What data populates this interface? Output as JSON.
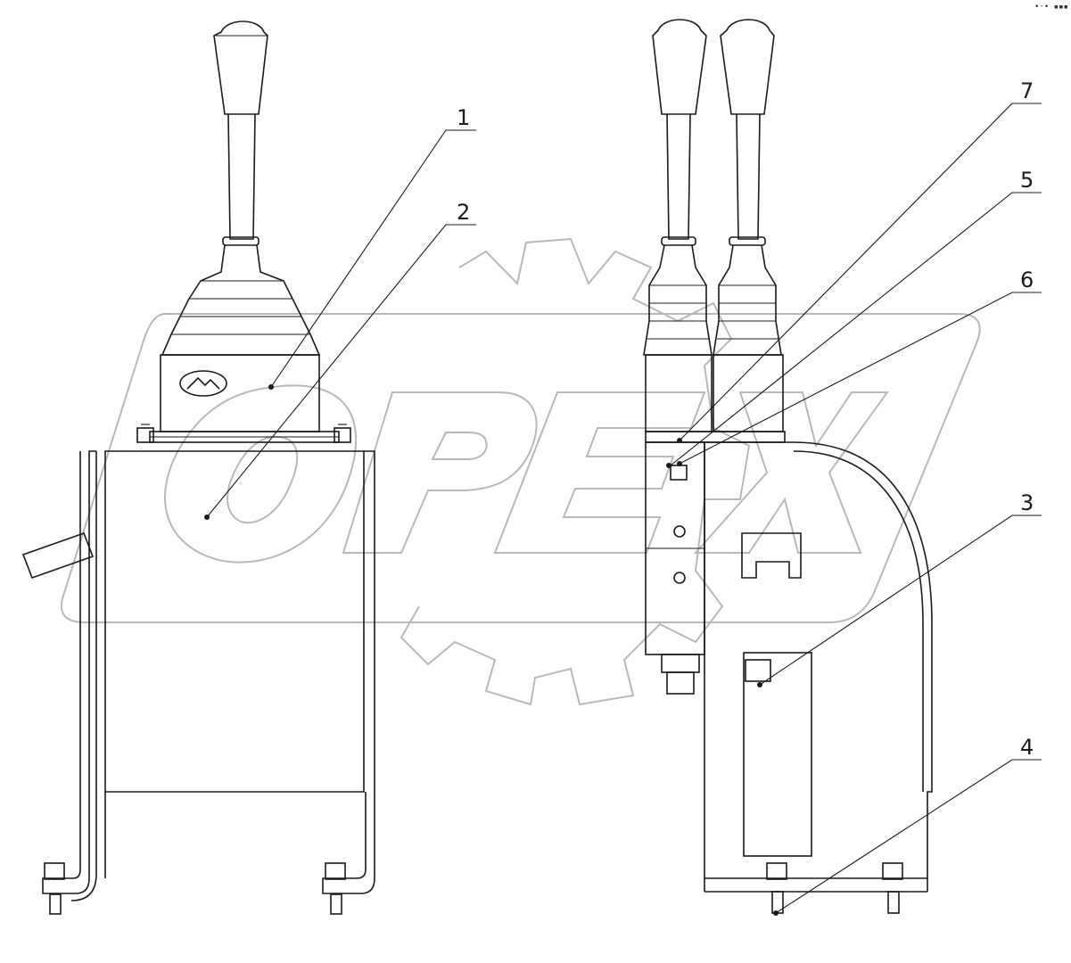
{
  "watermark": {
    "text": "OPEX",
    "color": "#b8b8b8"
  },
  "corner_mark": "•·• ▪▪▪",
  "callouts": [
    {
      "id": "1",
      "label": "1"
    },
    {
      "id": "2",
      "label": "2"
    },
    {
      "id": "7",
      "label": "7"
    },
    {
      "id": "5",
      "label": "5"
    },
    {
      "id": "6",
      "label": "6"
    },
    {
      "id": "3",
      "label": "3"
    },
    {
      "id": "4",
      "label": "4"
    }
  ],
  "icons": {
    "logo": "brand-logo-icon",
    "gear": "gear-watermark-icon"
  },
  "colors": {
    "line": "#1a1a1a",
    "background": "#ffffff"
  }
}
